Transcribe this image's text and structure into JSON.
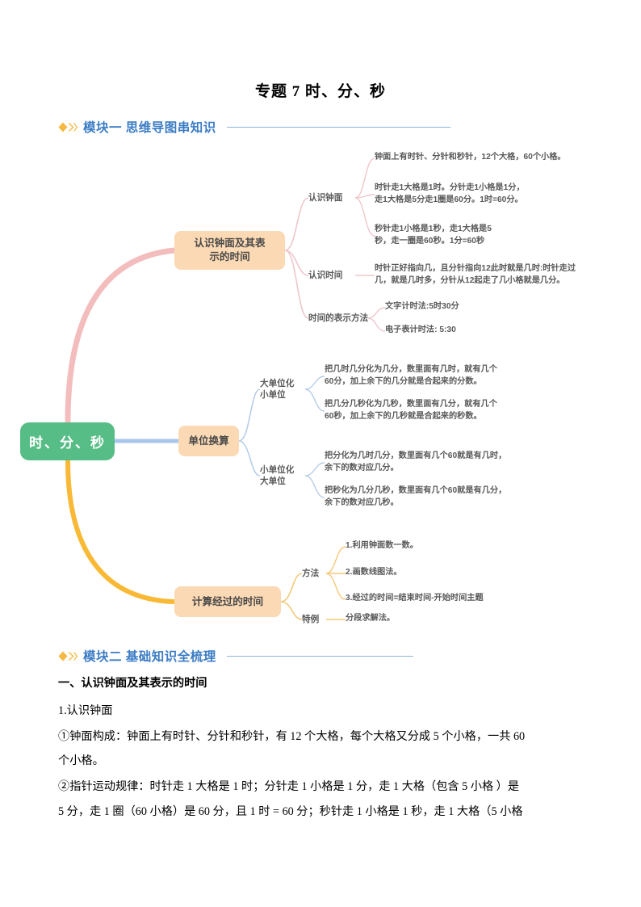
{
  "document": {
    "title": "专题 7 时、分、秒"
  },
  "modules": [
    {
      "id": "module-one",
      "label": "模块一 思维导图串知识",
      "icon": "diamond-double-icon"
    },
    {
      "id": "module-two",
      "label": "模块二 基础知识全梳理",
      "icon": "diamond-double-icon"
    }
  ],
  "colors": {
    "accent_blue": "#3b7cc4",
    "rule_blue": "#8fb4dd",
    "diamond_orange": "#f5b942",
    "root_green": "#57bd86",
    "branch_orange": "#fbd9b4",
    "connector_pink": "#f4bdbd",
    "connector_blue": "#a8c6ec",
    "connector_yellow": "#f9b936",
    "sub_line_pink": "#eec7cc",
    "sub_line_blue": "#b6cde8",
    "sub_line_yellow": "#f3c97a",
    "text_gray": "#595959"
  },
  "mindmap": {
    "root": {
      "label": "时、分、秒"
    },
    "branches": [
      {
        "label": "认识钟面及其表\n示的时间",
        "label_line1": "认识钟面及其表",
        "label_line2": "示的时间",
        "connector": "pink",
        "subs": [
          {
            "label": "认识钟面",
            "leaves": [
              "钟面上有时针、分针和秒针，12个大格，60个小格。",
              "时针走1大格是1时。分针走1小格是1分，\n走1大格是5分走1圈是60分。1时=60分。",
              "秒针走1小格是1秒，走1大格是5\n秒，走一圈是60秒。1分=60秒"
            ]
          },
          {
            "label": "认识时间",
            "leaves": [
              "时针正好指向几，且分针指向12此时就是几时:时针走过\n几，就是几时多，分针从12起走了几小格就是几分。"
            ]
          },
          {
            "label": "时间的表示方法",
            "leaves": [
              "文字计时法:5时30分",
              "电子表计时法: 5:30"
            ]
          }
        ]
      },
      {
        "label": "单位换算",
        "connector": "blue",
        "subs": [
          {
            "label": "大单位化\n小单位",
            "label_line1": "大单位化",
            "label_line2": "小单位",
            "leaves": [
              "把几时几分化为几分，数里面有几时，就有几个\n60分，加上余下的几分就是合起来的分数。",
              "把几分几秒化为几秒，数里面有几分，就有几个\n60秒，加上余下的几秒就是合起来的秒数。"
            ]
          },
          {
            "label": "小单位化\n大单位",
            "label_line1": "小单位化",
            "label_line2": "大单位",
            "leaves": [
              "把分化为几时几分，数里面有几个60就是有几时，\n余下的数对应几分。",
              "把秒化为几分几秒，数里面有几个60就是有几分，\n余下的数对应几秒。"
            ]
          }
        ]
      },
      {
        "label": "计算经过的时间",
        "connector": "yellow",
        "subs": [
          {
            "label": "方法",
            "leaves": [
              "1.利用钟面数一数。",
              "2.画数线图法。",
              "3.经过的时间=结束时间-开始时间主题"
            ]
          },
          {
            "label": "特例",
            "leaves": [
              "分段求解法。"
            ]
          }
        ]
      }
    ]
  },
  "body": {
    "heading": "一、认识钟面及其表示的时间",
    "sub_heading": "1.认识钟面",
    "paragraphs": [
      "①钟面构成：钟面上有时针、分针和秒针，有 12 个大格，每个大格又分成 5 个小格，一共 60",
      "个小格。",
      "②指针运动规律：时针走 1 大格是 1 时；分针走 1 小格是 1 分，走 1 大格（包含 5 小格 ）是",
      "5 分，走 1 圈（60 小格）是 60 分，且 1 时 = 60 分；秒针走 1 小格是 1 秒，走 1 大格（5 小格"
    ]
  }
}
